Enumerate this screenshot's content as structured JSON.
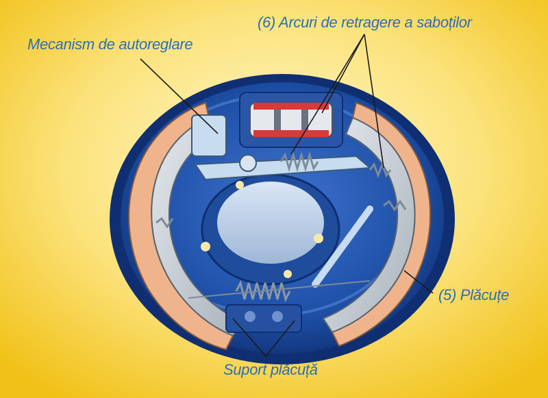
{
  "labels": {
    "retraction_springs": "(6) Arcuri de retragere a saboților",
    "self_adjuster": "Mecanism de autoreglare",
    "linings": "(5) Plăcuțe",
    "shoe_support": "Suport plăcuță"
  },
  "colors": {
    "background_center": "#fff7c2",
    "background_edge": "#f2c418",
    "backing_plate": "#1d4fa6",
    "backing_plate_dark": "#0f2f72",
    "brake_shoe": "#c9cfd6",
    "lining": "#f0b48c",
    "spring": "#d8dfe6",
    "cylinder_band": "#d83a3a",
    "callout_text": "#2b6fb3",
    "leader_line": "#1a1a1a"
  }
}
